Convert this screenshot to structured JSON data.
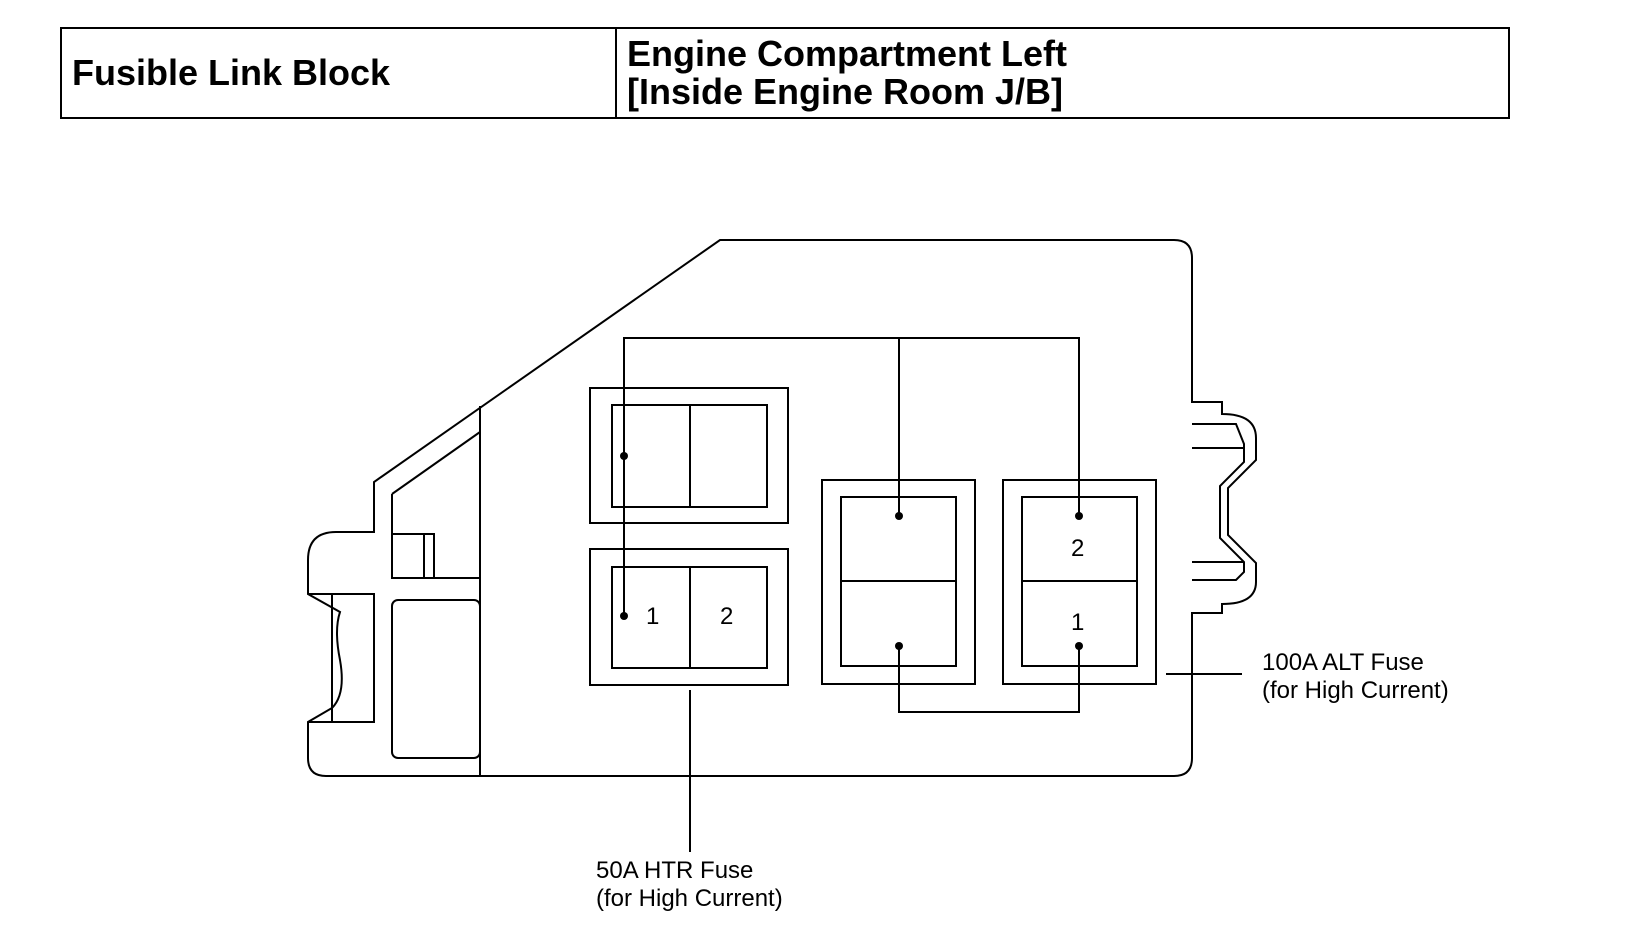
{
  "header": {
    "left_title": "Fusible Link Block",
    "right_line1": "Engine Compartment Left",
    "right_line2": "[Inside Engine Room J/B]"
  },
  "fuses": {
    "htr": {
      "line1": "50A HTR Fuse",
      "line2": "(for High Current)",
      "pin1": "1",
      "pin2": "2"
    },
    "alt": {
      "line1": "100A ALT Fuse",
      "line2": "(for High Current)",
      "pin1": "1",
      "pin2": "2"
    }
  }
}
